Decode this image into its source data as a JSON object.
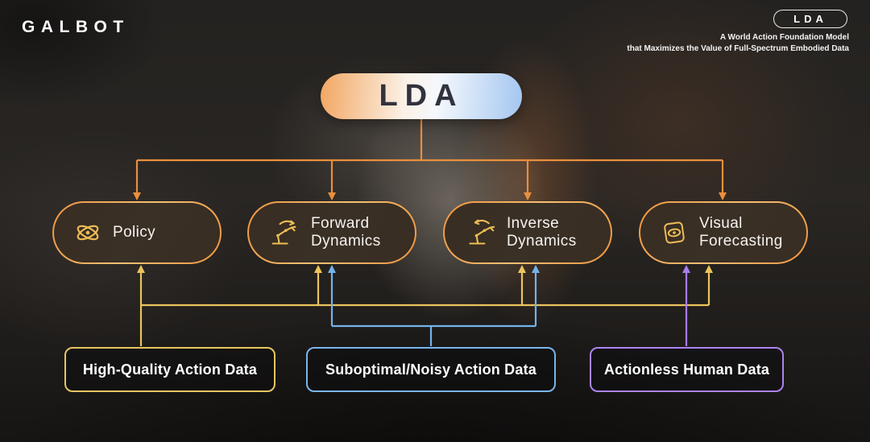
{
  "header": {
    "brand": "GALBOT",
    "badge_label": "LDA",
    "tagline_line1": "A World Action Foundation Model",
    "tagline_line2": "that Maximizes the Value of Full-Spectrum Embodied Data"
  },
  "root": {
    "label": "LDA",
    "outputs": [
      "Policy",
      "Forward Dynamics",
      "Inverse Dynamics",
      "Visual Forecasting"
    ]
  },
  "nodes": [
    {
      "label": "Policy",
      "icon": "atom-icon"
    },
    {
      "label": "Forward Dynamics",
      "icon": "robot-arm-forward-icon"
    },
    {
      "label": "Inverse Dynamics",
      "icon": "robot-arm-inverse-icon"
    },
    {
      "label": "Visual Forecasting",
      "icon": "eye-card-icon"
    }
  ],
  "data_sources": [
    {
      "label": "High-Quality Action Data",
      "accent": "#e7c560",
      "feeds": [
        "Policy",
        "Forward Dynamics",
        "Inverse Dynamics",
        "Visual Forecasting"
      ]
    },
    {
      "label": "Suboptimal/Noisy Action Data",
      "accent": "#79b5ec",
      "feeds": [
        "Forward Dynamics",
        "Inverse Dynamics"
      ]
    },
    {
      "label": "Actionless Human Data",
      "accent": "#ab84ee",
      "feeds": [
        "Visual Forecasting"
      ]
    }
  ],
  "colors": {
    "tree_connector": "#e98f3e",
    "high_quality_connector": "#ecc45c",
    "suboptimal_connector": "#74b2ea",
    "actionless_connector": "#a87cee",
    "root_gradient_left": "#f2a661",
    "root_gradient_right": "#a3c6f0",
    "node_border": "#f09a45",
    "icon": "#eebd55"
  }
}
